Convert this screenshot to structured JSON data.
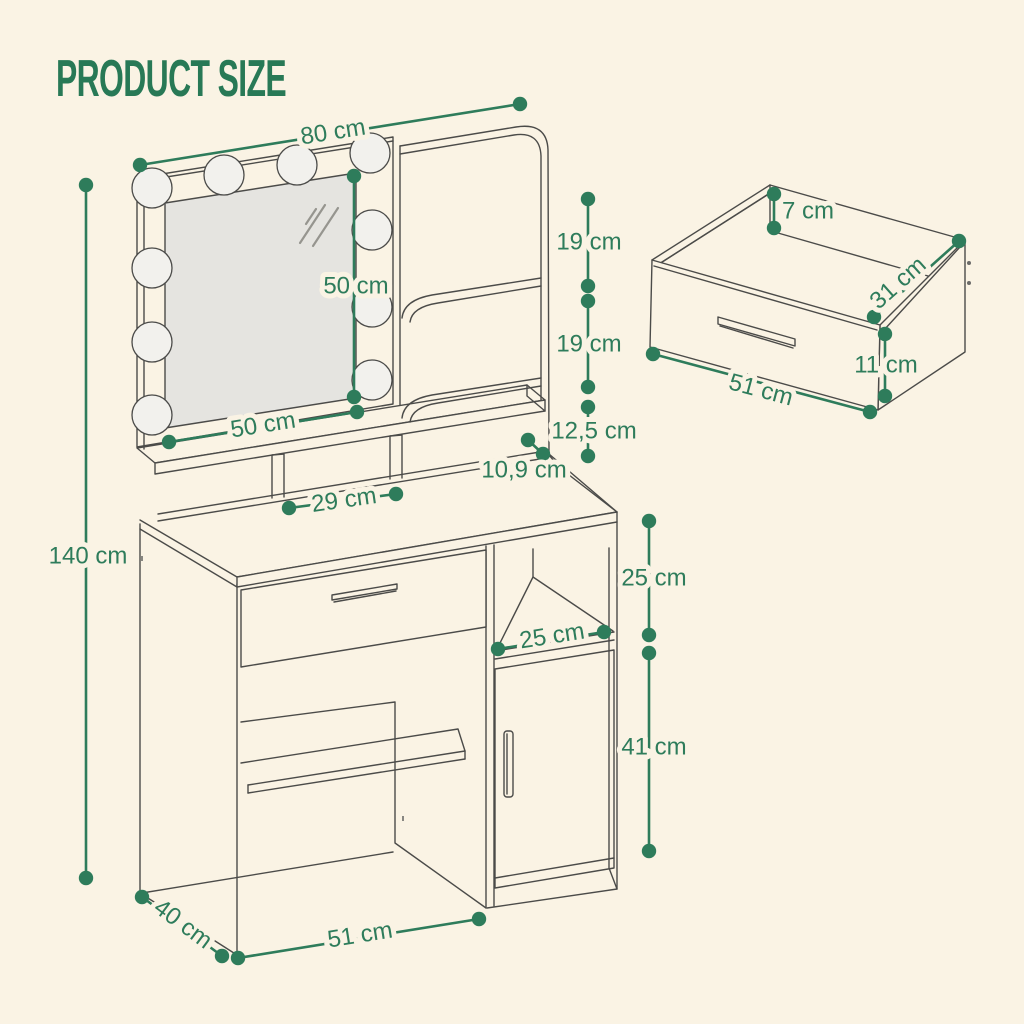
{
  "page": {
    "title": "PRODUCT SIZE"
  },
  "palette": {
    "background": "#FAF3E4",
    "accent_green": "#2E7C5B",
    "line_color": "#4B4B49",
    "mirror_glass": "#E5E4E0",
    "bulb_fill": "#F2F1ED"
  },
  "vanity": {
    "dims": {
      "top_width": "80 cm",
      "mirror_height": "50 cm",
      "mirror_width": "50 cm",
      "upper_shelf_gap": "19 cm",
      "lower_shelf_gap": "19 cm",
      "bottom_shelf_gap": "12,5 cm",
      "shelf_depth": "10,9 cm",
      "cubby_width": "29 cm",
      "total_height": "140 cm",
      "niche_width": "25 cm",
      "niche_height": "25 cm",
      "door_height": "41 cm",
      "table_width": "51 cm",
      "table_depth": "40 cm"
    }
  },
  "drawer_detail": {
    "dims": {
      "inner_height": "7 cm",
      "depth": "31 cm",
      "front_height": "11 cm",
      "width": "51 cm"
    }
  }
}
